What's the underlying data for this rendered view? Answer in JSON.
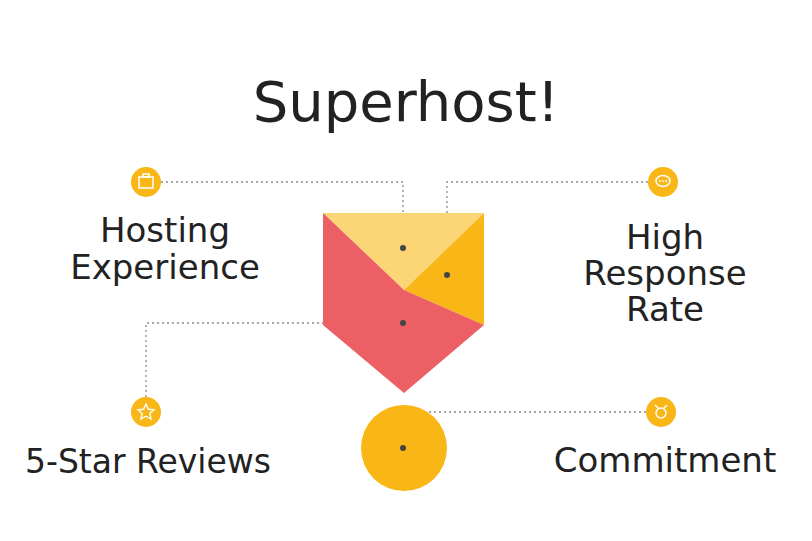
{
  "diagram": {
    "title": "Superhost!",
    "labels": [
      "Hosting Experience",
      "High Response Rate",
      "5-Star Reviews",
      "Commitment"
    ]
  }
}
